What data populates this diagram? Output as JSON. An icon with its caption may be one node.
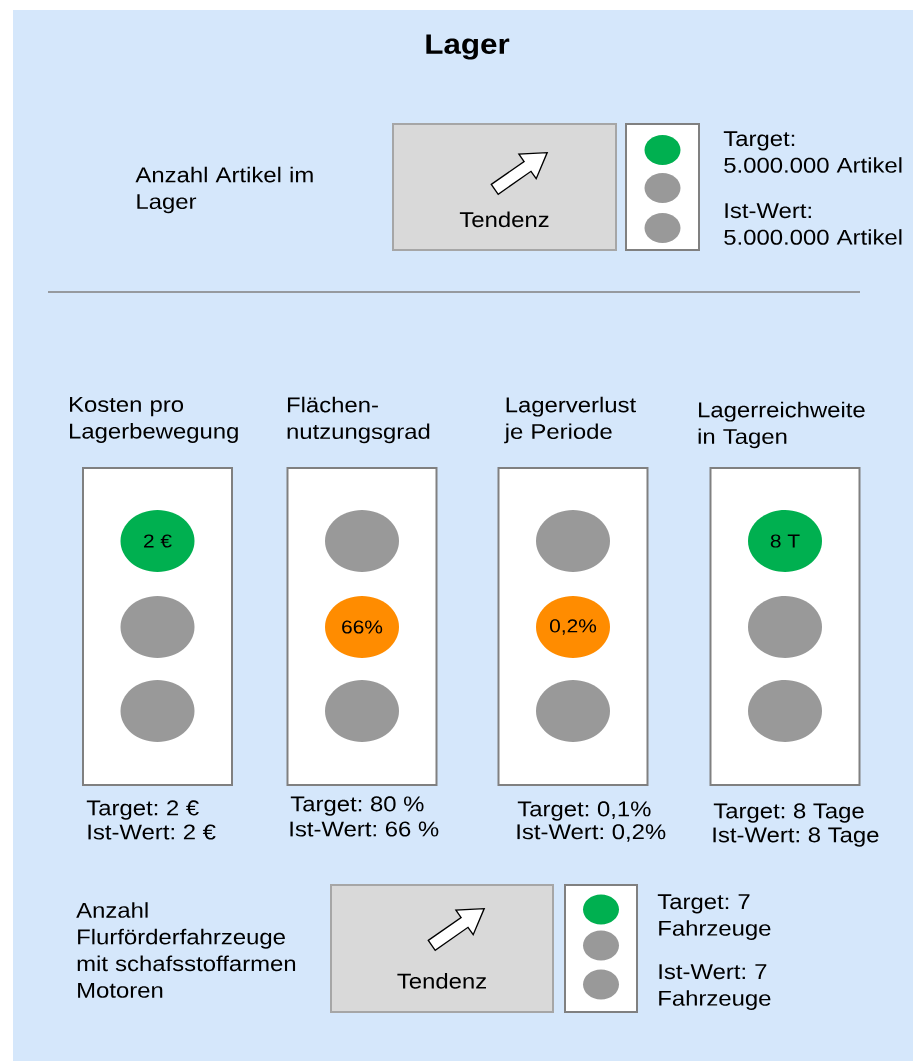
{
  "diagram": {
    "title": "Lager",
    "nodes": [
      {
        "text": [
          "Tendenz"
        ],
        "beside": [
          "Anzahl Artikel im Lager"
        ]
      },
      {
        "text": [],
        "shape": "box"
      },
      {
        "text": [],
        "shape": "circle",
        "in": 1
      },
      {
        "text": [],
        "shape": "circle",
        "in": 1
      },
      {
        "text": [],
        "shape": "circle",
        "in": 1
      },
      {
        "text": [],
        "shape": "box"
      },
      {
        "text": [
          "2 €"
        ],
        "in": 5
      },
      {
        "text": [],
        "shape": "circle",
        "in": 5
      },
      {
        "text": [],
        "shape": "circle",
        "in": 5
      },
      {
        "text": [],
        "shape": "box"
      },
      {
        "text": [],
        "shape": "circle",
        "in": 9
      },
      {
        "text": [
          "66%"
        ],
        "in": 9
      },
      {
        "text": [],
        "shape": "circle",
        "in": 9
      },
      {
        "text": [],
        "shape": "box"
      },
      {
        "text": [],
        "shape": "circle",
        "in": 13
      },
      {
        "text": [
          "0,2%"
        ],
        "in": 13
      },
      {
        "text": [],
        "shape": "circle",
        "in": 13
      },
      {
        "text": [],
        "shape": "box"
      },
      {
        "text": [
          "8 T"
        ],
        "in": 17
      },
      {
        "text": [],
        "shape": "circle",
        "in": 17
      },
      {
        "text": [],
        "shape": "circle",
        "in": 17
      },
      {
        "text": [
          "Tendenz"
        ],
        "beside": [
          "Anzahl Flurförderfahrzeuge mit schafsstoffarmen Motoren"
        ]
      },
      {
        "text": [],
        "shape": "box"
      },
      {
        "text": [],
        "shape": "circle",
        "in": 22
      },
      {
        "text": [],
        "shape": "circle",
        "in": 22
      },
      {
        "text": [],
        "shape": "circle",
        "in": 22
      }
    ],
    "labels": [
      "Target: 5.000.000 Artikel",
      "Ist-Wert: 5.000.000 Artikel",
      "Kosten pro Lagerbewegung",
      "Flächen- nutzungsgrad",
      "Lagerverlust je Periode",
      "Lagerreichweite in Tagen",
      "Target: 2 €",
      "Target: 80 %",
      "Target: 0,1%",
      "Target: 8 Tage",
      "Ist-Wert: 2 €",
      "Ist-Wert: 66 %",
      "Ist-Wert: 0,2%",
      "Ist-Wert: 8 Tage",
      "Target: 7 Fahrzeuge",
      "Ist-Wert: 7 Fahrzeuge"
    ]
  }
}
